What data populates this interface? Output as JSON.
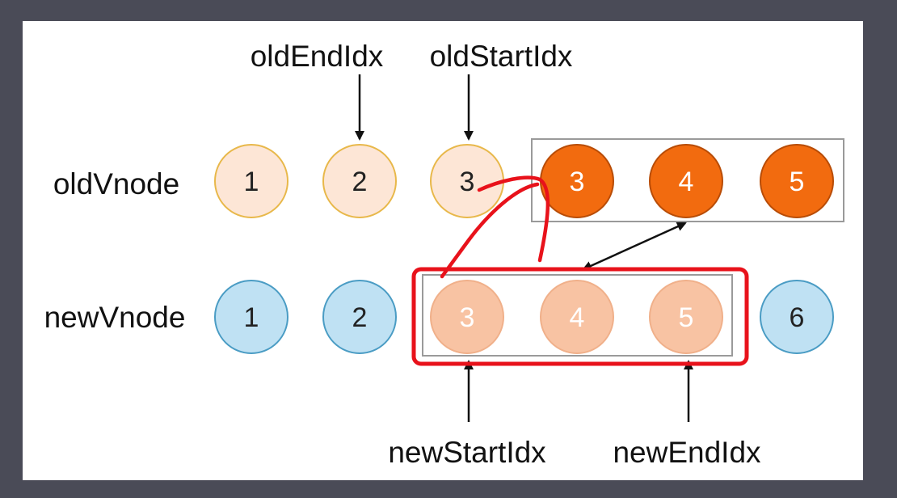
{
  "labels": {
    "old_row": "oldVnode",
    "new_row": "newVnode",
    "old_end_idx": "oldEndIdx",
    "old_start_idx": "oldStartIdx",
    "new_start_idx": "newStartIdx",
    "new_end_idx": "newEndIdx"
  },
  "old_nodes": [
    {
      "label": "1",
      "style": "pending"
    },
    {
      "label": "2",
      "style": "pending"
    },
    {
      "label": "3",
      "style": "pending"
    },
    {
      "label": "3",
      "style": "moved"
    },
    {
      "label": "4",
      "style": "moved"
    },
    {
      "label": "5",
      "style": "moved"
    }
  ],
  "new_nodes": [
    {
      "label": "1",
      "style": "new"
    },
    {
      "label": "2",
      "style": "new"
    },
    {
      "label": "3",
      "style": "matched"
    },
    {
      "label": "4",
      "style": "matched"
    },
    {
      "label": "5",
      "style": "matched"
    },
    {
      "label": "6",
      "style": "new"
    }
  ],
  "colors": {
    "pending_fill": "#fde6d6",
    "pending_stroke": "#e8b84a",
    "pending_text": "#222222",
    "moved_fill": "#f26b0f",
    "moved_stroke": "#b84c06",
    "moved_text": "#ffffff",
    "new_fill": "#bfe1f3",
    "new_stroke": "#4a9cc4",
    "new_text": "#222222",
    "matched_fill": "#f8c3a3",
    "matched_stroke": "#f0b08a",
    "matched_text": "#ffffff",
    "highlight": "#e8121b",
    "group_border": "#9a9a9a",
    "arrow": "#111111"
  }
}
